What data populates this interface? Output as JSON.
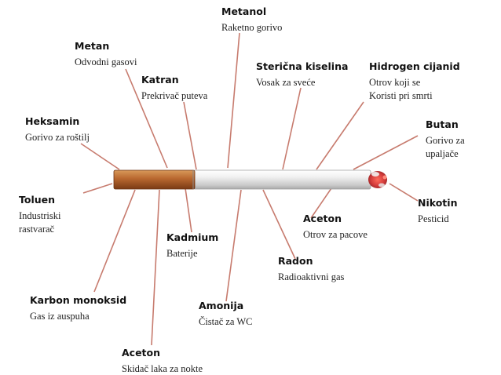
{
  "labels": [
    {
      "id": "metanol",
      "name": "Metanol",
      "desc": [
        "Raketno gorivo"
      ]
    },
    {
      "id": "metan",
      "name": "Metan",
      "desc": [
        "Odvodni gasovi"
      ]
    },
    {
      "id": "katran",
      "name": "Katran",
      "desc": [
        "Prekrivač puteva"
      ]
    },
    {
      "id": "stericna",
      "name": "Sterična kiselina",
      "desc": [
        "Vosak za sveće"
      ]
    },
    {
      "id": "hidrogen",
      "name": "Hidrogen cijanid",
      "desc": [
        "Otrov koji se",
        "Koristi pri smrti"
      ]
    },
    {
      "id": "heksamin",
      "name": "Heksamin",
      "desc": [
        "Gorivo za roštilj"
      ]
    },
    {
      "id": "butan",
      "name": "Butan",
      "desc": [
        "Gorivo za",
        "upaljače"
      ]
    },
    {
      "id": "toluen",
      "name": "Toluen",
      "desc": [
        "Industriski",
        "rastvarač"
      ]
    },
    {
      "id": "nikotin",
      "name": "Nikotin",
      "desc": [
        "Pesticid"
      ]
    },
    {
      "id": "aceton1",
      "name": "Aceton",
      "desc": [
        "Otrov za pacove"
      ]
    },
    {
      "id": "kadmium",
      "name": "Kadmium",
      "desc": [
        "Baterije"
      ]
    },
    {
      "id": "radon",
      "name": "Radon",
      "desc": [
        "Radioaktivni gas"
      ]
    },
    {
      "id": "karbon",
      "name": "Karbon monoksid",
      "desc": [
        "Gas iz auspuha"
      ]
    },
    {
      "id": "amonija",
      "name": "Amonija",
      "desc": [
        "Čistač za WC"
      ]
    },
    {
      "id": "aceton2",
      "name": "Aceton",
      "desc": [
        "Skidač laka za nokte"
      ]
    }
  ],
  "colors": {
    "filter": "#b8672f",
    "paper": "#e9e9e9",
    "ember": "#d23b3b",
    "leader": "#c77b6e"
  }
}
